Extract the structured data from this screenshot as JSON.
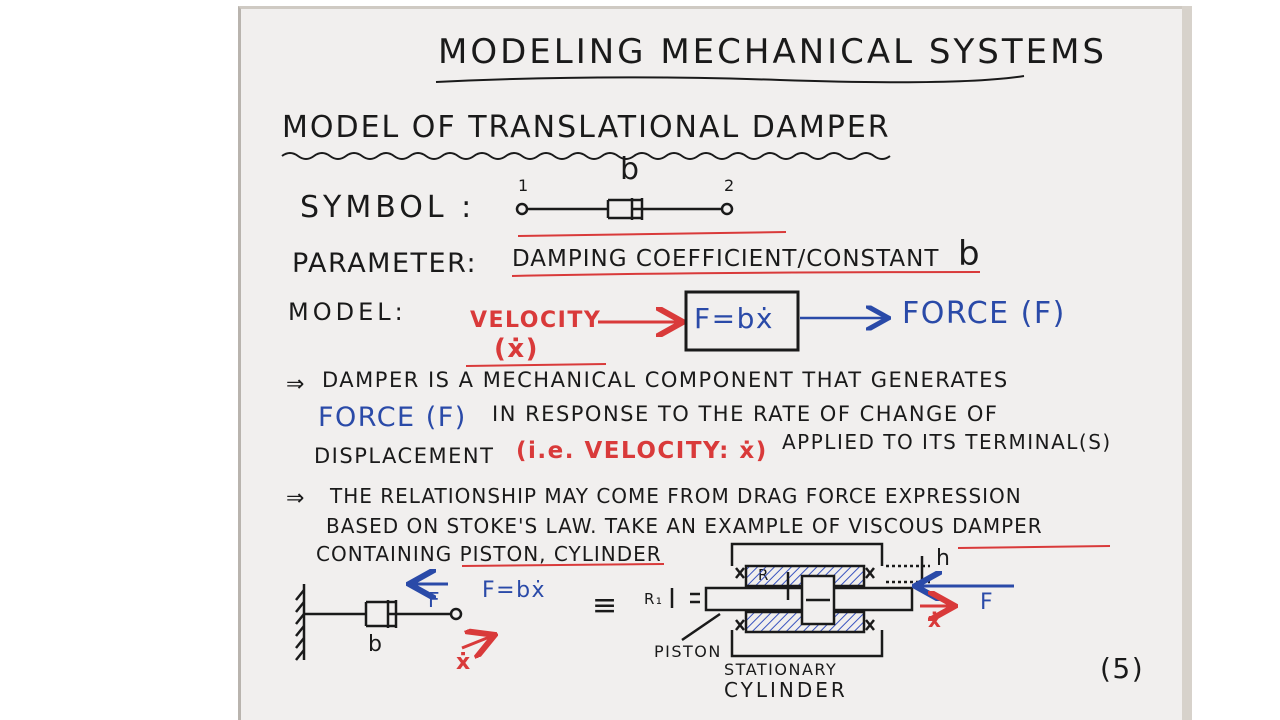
{
  "title": "MODELING MECHANICAL SYSTEMS",
  "subtitle": "MODEL OF TRANSLATIONAL DAMPER",
  "symbol": {
    "label": "SYMBOL :",
    "terminal_1": "1",
    "terminal_2": "2",
    "param_letter": "b"
  },
  "parameter": {
    "label": "PARAMETER:",
    "value": "DAMPING COEFFICIENT/CONSTANT",
    "letter": "b"
  },
  "model": {
    "label": "MODEL:",
    "input_label": "VELOCITY",
    "input_symbol": "(ẋ)",
    "box_equation": "F=bẋ",
    "output_label": "FORCE (F)"
  },
  "bullets": [
    {
      "marker": "⇒",
      "line1": "DAMPER IS A MECHANICAL COMPONENT THAT GENERATES",
      "line2_blue": "FORCE (F)",
      "line2_rest": "IN RESPONSE TO THE RATE OF CHANGE OF",
      "line3_start": "DISPLACEMENT",
      "line3_red": "(i.e. VELOCITY: ẋ)",
      "line3_end": "APPLIED TO ITS TERMINAL(S)"
    },
    {
      "marker": "⇒",
      "line1": "THE RELATIONSHIP MAY   COME FROM DRAG FORCE EXPRESSION",
      "line2": "BASED ON STOKE'S LAW. TAKE AN EXAMPLE OF VISCOUS DAMPER",
      "line3": "CONTAINING PISTON, CYLINDER"
    }
  ],
  "diagram": {
    "force_label": "F",
    "equation": "F=bẋ",
    "b_label": "b",
    "xdot_label": "ẋ",
    "equiv": "≡",
    "r1_label": "R₁",
    "r_label": "R",
    "l_label": "L",
    "h_label": "h",
    "piston_label": "PISTON",
    "cylinder_label_1": "STATIONARY",
    "cylinder_label_2": "CYLINDER",
    "right_force_label": "F",
    "right_xdot_label": "ẋ"
  },
  "page_number": "(5)",
  "colors": {
    "ink": "#1a1a1a",
    "red": "#d93a3a",
    "blue": "#2a4aa8",
    "board": "#f1efee",
    "hatch": "#3b55c0"
  }
}
